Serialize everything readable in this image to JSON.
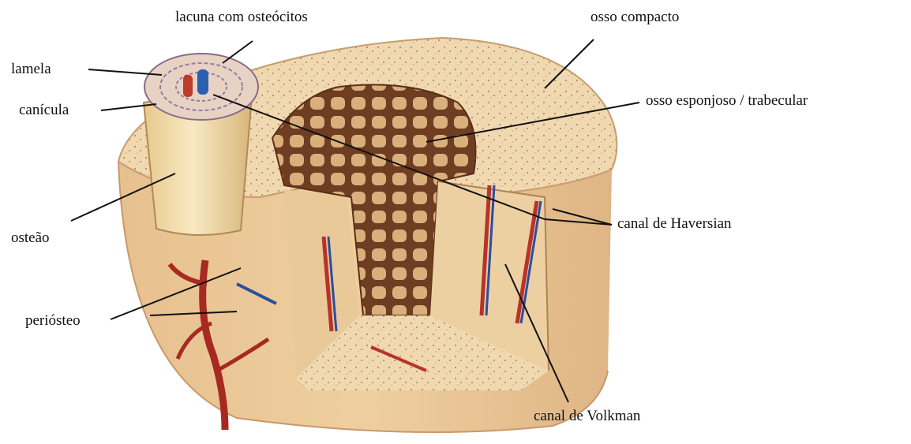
{
  "labels": {
    "lacuna": "lacuna com osteócitos",
    "osso_compacto": "osso compacto",
    "lamela": "lamela",
    "canicula": "canícula",
    "osso_esponjoso": "osso  esponjoso / trabecular",
    "canal_haversian": "canal de Haversian",
    "osteao": "osteão",
    "periosteo": "periósteo",
    "canal_volkman": "canal de Volkman"
  },
  "colors": {
    "bone_light": "#f1dcb4",
    "bone_mid": "#e2bd8c",
    "bone_dark": "#6e3d22",
    "vessel_red": "#b8332a",
    "vessel_blue": "#2b4ea0",
    "osteon_cylinder": "#f3dfaa"
  }
}
